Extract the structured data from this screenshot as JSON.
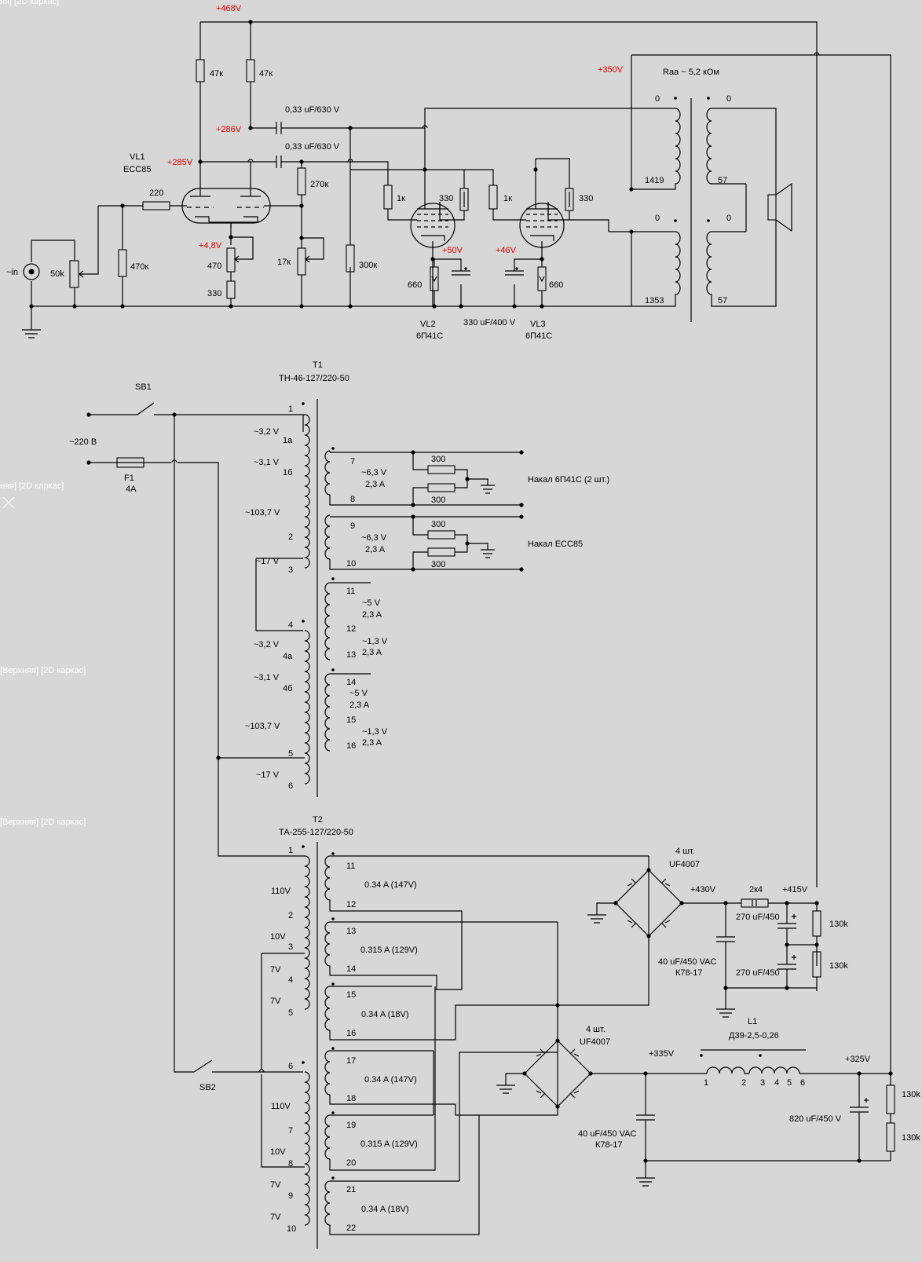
{
  "rails": {
    "v468": "+468V",
    "v350": "+350V",
    "v286": "+286V",
    "v285": "+285V",
    "v4_8": "+4,8V",
    "v50": "+50V",
    "v46": "+46V"
  },
  "ghost_labels": {
    "top": "яя] [2D каркас]",
    "l1": "няя] [2D каркас]",
    "l2": "[Верхняя] [2D каркас]",
    "l3": "[Верхняя] [2D каркас]"
  },
  "amp": {
    "vl1": {
      "ref": "VL1",
      "type": "ECC85"
    },
    "vl2": {
      "ref": "VL2",
      "type": "6П41С"
    },
    "vl3": {
      "ref": "VL3",
      "type": "6П41С"
    },
    "input_label": "~in",
    "r_47k_a": "47к",
    "r_47k_b": "47к",
    "cap1": "0,33 uF/630 V",
    "cap2": "0,33 uF/630 V",
    "r_220": "220",
    "r_50k": "50k",
    "r_470k": "470к",
    "r_470": "470",
    "r_330_k": "330",
    "r_270k": "270к",
    "r_17k": "17к",
    "r_300k": "300к",
    "r_1k_a": "1к",
    "r_1k_b": "1к",
    "r_330_a": "330",
    "r_330_b": "330",
    "r_660_a": "660",
    "r_660_b": "660",
    "cath_cap": "330 uF/400 V",
    "raa": "Raa ~ 5,2 кОм",
    "ot_taps": {
      "p0a": "0",
      "p1419": "1419",
      "p0b": "0",
      "p1353": "1353",
      "s0a": "0",
      "s57a": "57",
      "s0b": "0",
      "s57b": "57"
    }
  },
  "t1": {
    "ref": "T1",
    "type": "ТН-46-127/220-50",
    "sb1": "SB1",
    "mains": "~220 В",
    "fuse": "F1",
    "fuse_rating": "4A",
    "primary_pins": [
      "1",
      "1a",
      "1б",
      "2",
      "3",
      "4",
      "4a",
      "4б",
      "5",
      "6"
    ],
    "primary_volts": [
      "~3,2 V",
      "~3,1 V",
      "~103,7 V",
      "~17 V",
      "~3,2 V",
      "~3,1 V",
      "~103,7 V",
      "~17 V"
    ],
    "sec_pins": [
      "7",
      "8",
      "9",
      "10",
      "11",
      "12",
      "13",
      "14",
      "15",
      "16"
    ],
    "sec_labels": {
      "v7_8": "~6,3 V",
      "a7_8": "2,3 A",
      "v9_10": "~6,3 V",
      "a9_10": "2,3 A",
      "v11_12": "~5 V",
      "a11_12": "2,3 A",
      "v12_13": "~1,3 V",
      "a12_13": "2,3 A",
      "v14_15": "~5 V",
      "a14_15": "2,3 A",
      "v15_16": "~1,3 V",
      "a15_16": "2,3 A"
    },
    "heater_r": [
      "300",
      "300",
      "300",
      "300"
    ],
    "heater1": "Накал 6П41С (2 шт.)",
    "heater2": "Накал ECC85"
  },
  "t2": {
    "ref": "T2",
    "type": "ТА-255-127/220-50",
    "sb2": "SB2",
    "primary_pins": [
      "1",
      "2",
      "3",
      "4",
      "5",
      "6",
      "7",
      "8",
      "9",
      "10"
    ],
    "primary_volts": [
      "110V",
      "10V",
      "7V",
      "7V",
      "110V",
      "10V",
      "7V",
      "7V"
    ],
    "sec_pins": [
      "11",
      "12",
      "13",
      "14",
      "15",
      "16",
      "17",
      "18",
      "19",
      "20",
      "21",
      "22"
    ],
    "sec_labels": [
      "0.34 A (147V)",
      "0.315 A (129V)",
      "0.34 A (18V)",
      "0.34 A (147V)",
      "0.315 A (129V)",
      "0.34 A (18V)"
    ]
  },
  "psu": {
    "br1_qty": "4 шт.",
    "br1_type": "UF4007",
    "br2_qty": "4 шт.",
    "br2_type": "UF4007",
    "v430": "+430V",
    "v415": "+415V",
    "r_2k4": "2к4",
    "c270a": "270 uF/450",
    "c270b": "270 uF/450",
    "r130a": "130k",
    "r130b": "130k",
    "c40a": "40 uF/450 VAC",
    "c40a_type": "К78-17",
    "v335": "+335V",
    "v325": "+325V",
    "l1": "L1",
    "l1_type": "Д39-2,5-0,26",
    "l1_pins": [
      "1",
      "2",
      "3",
      "4",
      "5",
      "6"
    ],
    "c40b": "40 uF/450 VAC",
    "c40b_type": "К78-17",
    "c820": "820 uF/450 V",
    "r130c": "130k",
    "r130d": "130k"
  }
}
